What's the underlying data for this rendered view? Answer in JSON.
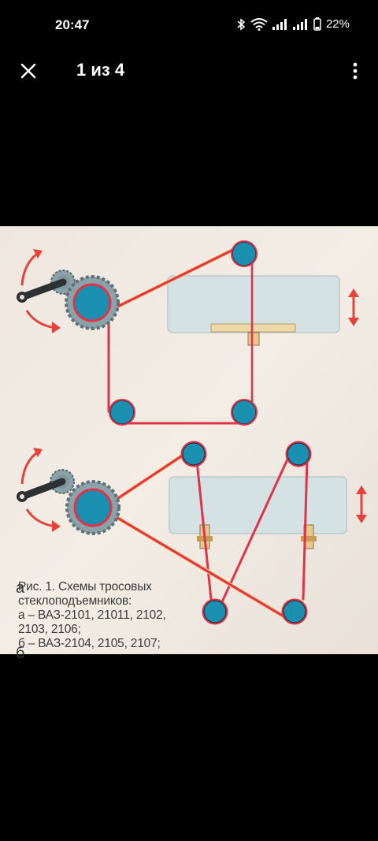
{
  "status_bar": {
    "time": "20:47",
    "battery": "22%",
    "icons": [
      "bluetooth-icon",
      "wifi-icon",
      "signal-icon",
      "battery-icon"
    ]
  },
  "toolbar": {
    "title": "1 из 4",
    "close_icon": "close-icon",
    "menu_icon": "more-vert-icon"
  },
  "photo": {
    "label_a": "а",
    "label_b": "б",
    "caption_lines": [
      "Рис. 1. Схемы тросовых",
      "стеклоподъемников:",
      "а – ВАЗ-2101, 21011, 2102,",
      "2103, 2106;",
      "б – ВАЗ-2104, 2105, 2107;"
    ],
    "colors": {
      "paper": "#efe9e2",
      "cable": "#e0334a",
      "pulley": "#1a8fb0",
      "glass": "#d3e1e2",
      "arrow": "#e5423a"
    }
  }
}
